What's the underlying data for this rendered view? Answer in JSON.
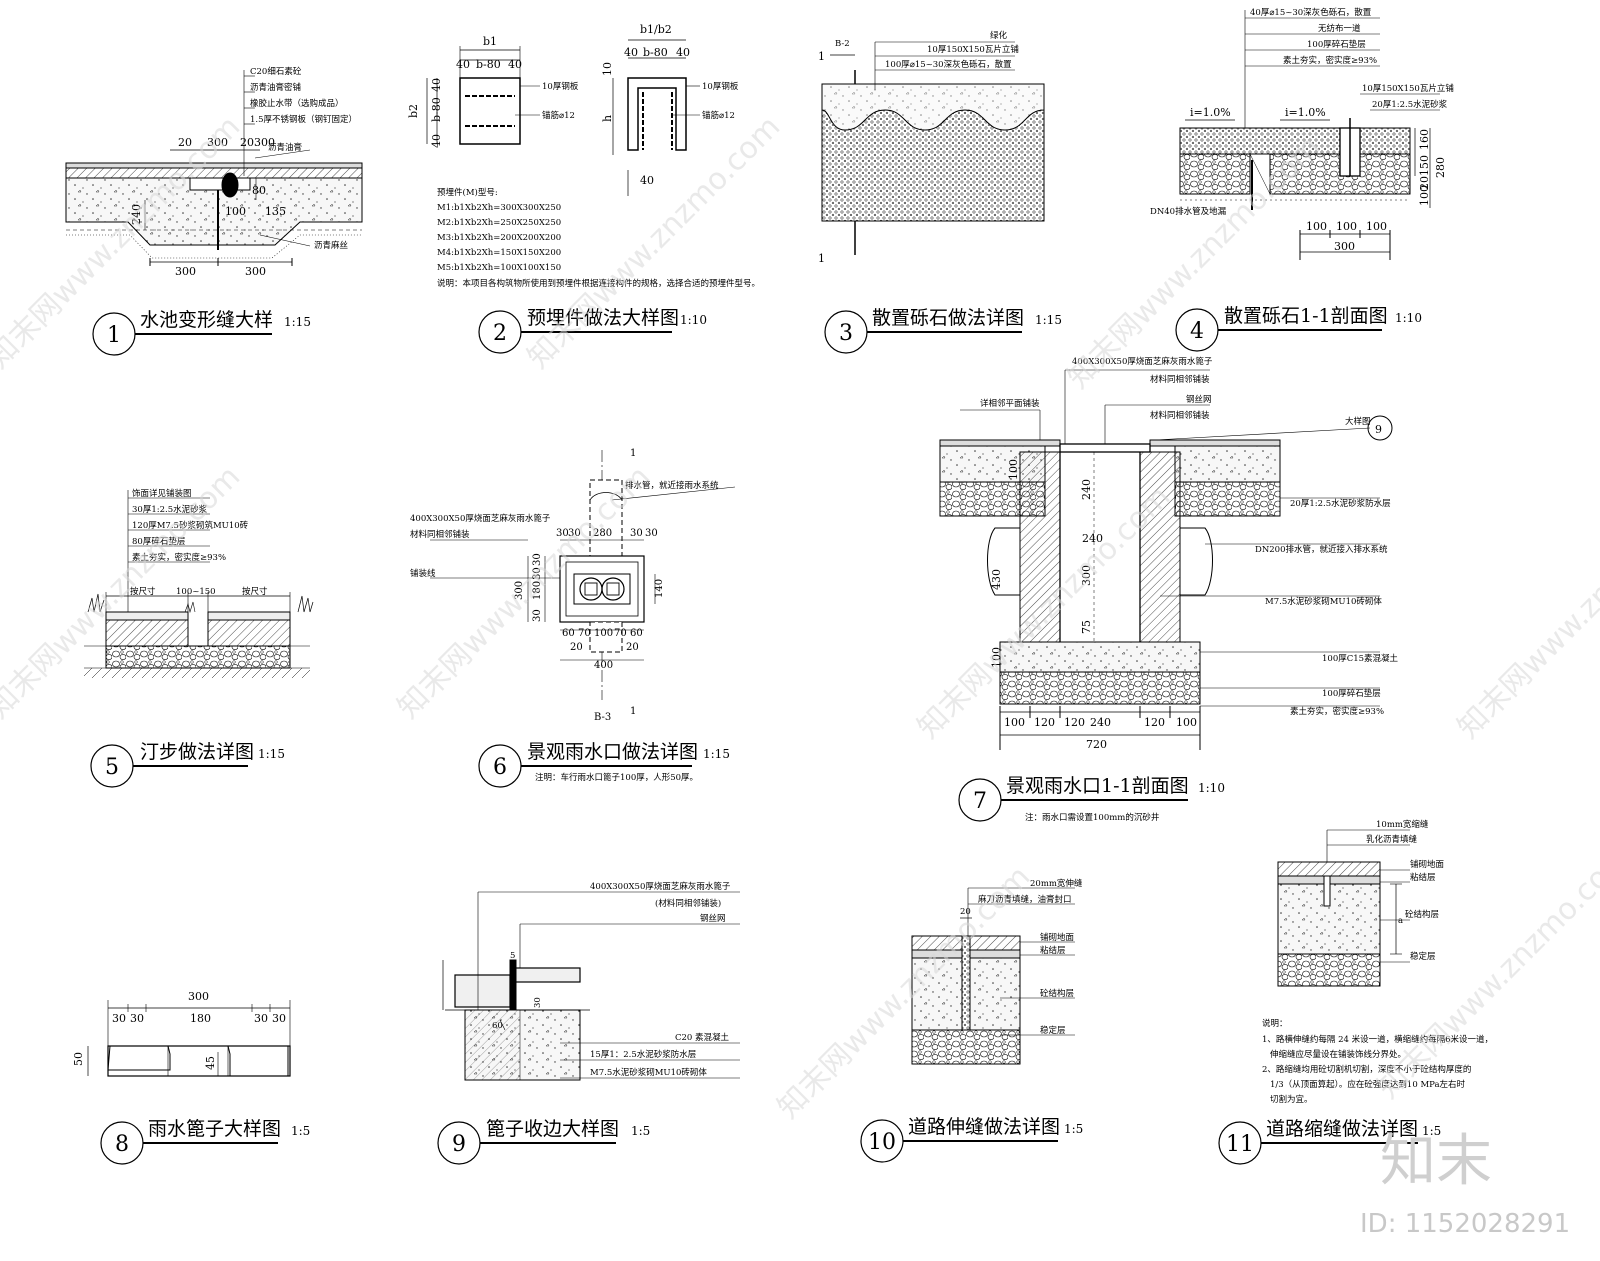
{
  "details": {
    "d1": {
      "num": "1",
      "title": "水池变形缝大样",
      "scale": "1:15",
      "notes": [
        "C20细石素砼",
        "沥青油膏密铺",
        "橡胶止水带（选购成品）",
        "1.5厚不锈钢板（钢钉固定）",
        "沥青油膏",
        "沥青麻丝"
      ],
      "dims": [
        "20",
        "300",
        "20",
        "300",
        "300",
        "240",
        "80",
        "135",
        "100"
      ]
    },
    "d2": {
      "num": "2",
      "title": "预埋件做法大样图",
      "scale": "1:10",
      "notes": [
        "10厚钢板",
        "锚筋⌀12",
        "10厚钢板",
        "锚筋⌀12"
      ],
      "dims": [
        "b1",
        "40",
        "b-80",
        "40",
        "b2",
        "40",
        "b-80",
        "40",
        "b1/b2",
        "40",
        "b-80",
        "40",
        "10",
        "h",
        "40"
      ],
      "table_title": "预埋件(M)型号:",
      "table": [
        "M1:b1Xb2Xh=300X300X250",
        "M2:b1Xb2Xh=250X250X250",
        "M3:b1Xb2Xh=200X200X200",
        "M4:b1Xb2Xh=150X150X200",
        "M5:b1Xb2Xh=100X100X150"
      ],
      "remark": "说明：本项目各构筑物所使用到预埋件根据连接构件的规格，选择合适的预埋件型号。"
    },
    "d3": {
      "num": "3",
      "title": "散置砾石做法详图",
      "scale": "1:15",
      "notes": [
        "绿化",
        "10厚150X150瓦片立铺",
        "100厚⌀15~30深灰色砾石，散置"
      ],
      "marks": [
        "B-2",
        "1",
        "1"
      ]
    },
    "d4": {
      "num": "4",
      "title": "散置砾石1-1剖面图",
      "scale": "1:10",
      "notes": [
        "40厚⌀15~30深灰色砾石，散置",
        "无纺布一道",
        "100厚碎石垫层",
        "素土夯实，密实度≥93%",
        "10厚150X150瓦片立铺",
        "20厚1:2.5水泥砂浆",
        "DN40排水管及地漏"
      ],
      "slopes": [
        "i=1.0%",
        "i=1.0%"
      ],
      "dims": [
        "100",
        "100",
        "100",
        "300",
        "160",
        "150",
        "280",
        "100",
        "20"
      ]
    },
    "d5": {
      "num": "5",
      "title": "汀步做法详图",
      "scale": "1:15",
      "notes": [
        "饰面详见铺装图",
        "30厚1:2.5水泥砂浆",
        "120厚M7.5砂浆砌筑MU10砖",
        "80厚碎石垫层",
        "素土夯实，密实度≥93%"
      ],
      "dims": [
        "按尺寸",
        "100~150",
        "按尺寸"
      ]
    },
    "d6": {
      "num": "6",
      "title": "景观雨水口做法详图",
      "scale": "1:15",
      "notes": [
        "排水管，就近接雨水系统",
        "400X300X50厚烧面芝麻灰雨水篦子",
        "材料同相邻铺装",
        "铺装线"
      ],
      "dims": [
        "30",
        "30",
        "280",
        "30",
        "30",
        "30",
        "30",
        "180",
        "30",
        "300",
        "140",
        "60",
        "70",
        "100",
        "70",
        "60",
        "20",
        "20",
        "400"
      ],
      "marks": [
        "1",
        "1",
        "B-3"
      ],
      "remark": "注明：车行雨水口篦子100厚，人形50厚。"
    },
    "d7": {
      "num": "7",
      "title": "景观雨水口1-1剖面图",
      "scale": "1:10",
      "notes": [
        "400X300X50厚烧面芝麻灰雨水篦子",
        "材料同相邻铺装",
        "钢丝网",
        "材料同相邻铺装",
        "详相邻平面铺装",
        "大样图",
        "20厚1:2.5水泥砂浆防水层",
        "DN200排水管，就近接入排水系统",
        "M7.5水泥砂浆砌MU10砖砌体",
        "100厚C15素混凝土",
        "100厚碎石垫层",
        "素土夯实，密实度≥93%"
      ],
      "ref": "9",
      "dims": [
        "100",
        "240",
        "240",
        "300",
        "430",
        "75",
        "100",
        "100",
        "120",
        "120",
        "240",
        "120",
        "100",
        "720"
      ],
      "remark": "注：雨水口需设置100mm的沉砂井"
    },
    "d8": {
      "num": "8",
      "title": "雨水篦子大样图",
      "scale": "1:5",
      "dims": [
        "300",
        "30",
        "30",
        "180",
        "30",
        "30",
        "50",
        "45"
      ]
    },
    "d9": {
      "num": "9",
      "title": "篦子收边大样图",
      "scale": "1:5",
      "notes": [
        "400X300X50厚烧面芝麻灰雨水篦子",
        "(材料同相邻铺装)",
        "钢丝网",
        "C20 素混凝土",
        "15厚1：2.5水泥砂浆防水层",
        "M7.5水泥砂浆砌MU10砖砌体"
      ],
      "dims": [
        "5",
        "30",
        "60"
      ]
    },
    "d10": {
      "num": "10",
      "title": "道路伸缝做法详图",
      "scale": "1:5",
      "notes": [
        "20mm宽伸缝",
        "麻刀沥青填缝，油膏封口",
        "铺砌地面",
        "粘结层",
        "砼结构层",
        "稳定层"
      ],
      "dims": [
        "20"
      ]
    },
    "d11": {
      "num": "11",
      "title": "道路缩缝做法详图",
      "scale": "1:5",
      "notes": [
        "10mm宽缩缝",
        "乳化沥青填缝",
        "铺砌地面",
        "粘结层",
        "砼结构层",
        "稳定层"
      ],
      "dims": [
        "a"
      ],
      "remark_title": "说明：",
      "remarks": [
        "1、路横伸缝约每隔 24 米设一道，横缩缝约每隔6米设一道，",
        "伸缩缝应尽量设在铺装饰线分界处。",
        "2、路缩缝均用砼切割机切割，深度不小于砼结构厚度的",
        "1/3（从顶面算起）。应在砼强度达到10 MPa左右时",
        "切割为宜。"
      ]
    }
  },
  "watermark": {
    "text": "知末网www.znzmo.com",
    "logo": "知末",
    "id": "ID: 1152028291"
  }
}
